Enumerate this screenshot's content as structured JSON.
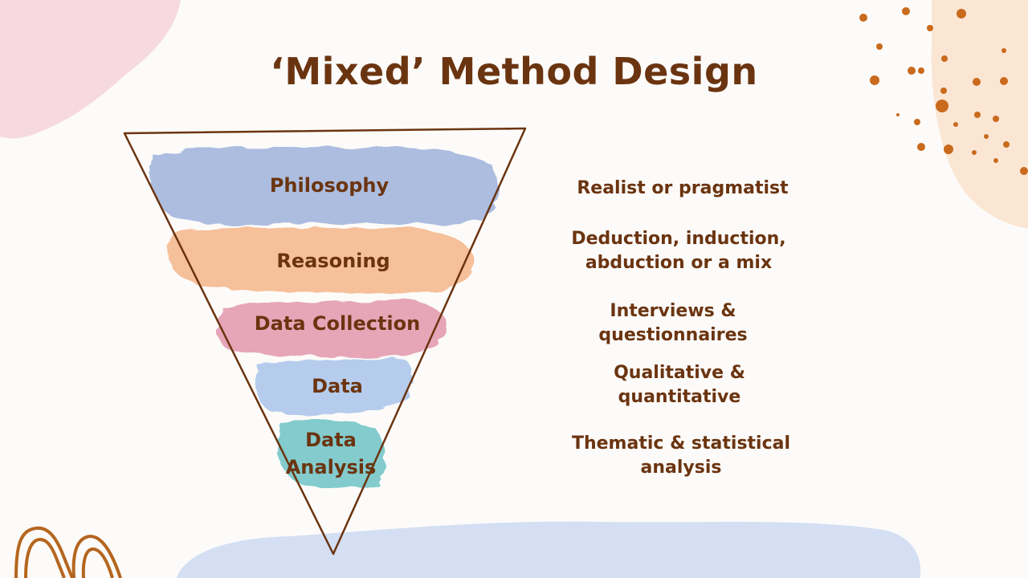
{
  "slide": {
    "title": "‘Mixed’ Method Design"
  },
  "colors": {
    "text": "#6b3410",
    "funnel_outline": "#6b3410",
    "philosophy": "#9fb3dc",
    "reasoning": "#f5b68a",
    "data_collection": "#e398ad",
    "data": "#a9c4ea",
    "data_analysis": "#6ec3c6",
    "dots": "#c96a1c"
  },
  "stages": [
    {
      "label": "Philosophy",
      "description": "Realist or pragmatist"
    },
    {
      "label": "Reasoning",
      "description": "Deduction, induction, abduction or a mix"
    },
    {
      "label": "Data Collection",
      "description": "Interviews & questionnaires"
    },
    {
      "label": "Data",
      "description": "Qualitative & quantitative"
    },
    {
      "label": "Data Analysis",
      "description": "Thematic & statistical analysis"
    }
  ],
  "display": {
    "stage_lines": {
      "data_analysis": [
        "Data",
        "Analysis"
      ]
    },
    "description_lines": [
      [
        "Realist or pragmatist"
      ],
      [
        "Deduction, induction,",
        "abduction or a mix"
      ],
      [
        "Interviews &",
        "questionnaires"
      ],
      [
        "Qualitative &",
        "quantitative"
      ],
      [
        "Thematic & statistical",
        "analysis"
      ]
    ]
  }
}
